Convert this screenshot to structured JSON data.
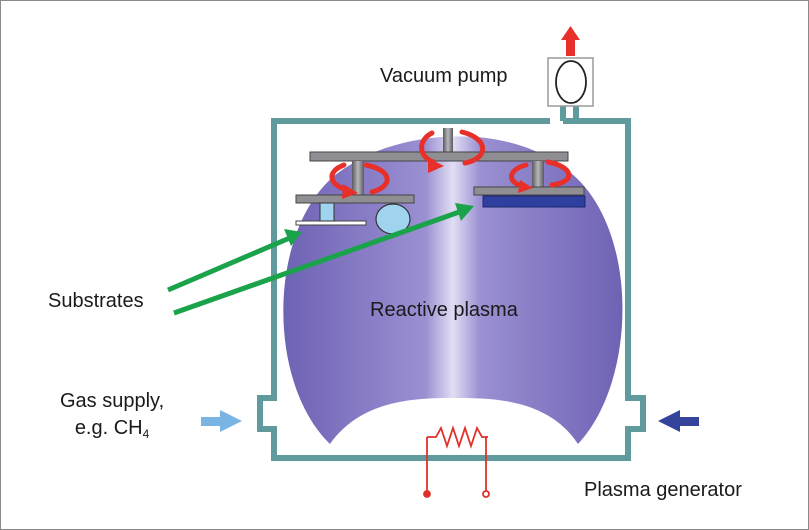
{
  "labels": {
    "vacuum_pump": "Vacuum pump",
    "substrates": "Substrates",
    "reactive_plasma": "Reactive plasma",
    "gas_supply_line1": "Gas supply,",
    "gas_supply_line2_prefix": "e.g. CH",
    "gas_supply_subscript": "4",
    "plasma_generator": "Plasma generator"
  },
  "colors": {
    "chamber_wall": "#5f9a9d",
    "plasma_edge": "#7a6fbc",
    "plasma_center": "#d8d4f0",
    "rotation_arrow": "#e8302a",
    "substrate_pointer": "#1aa34a",
    "gas_in_arrow": "#7ab4e4",
    "right_arrow": "#33449a",
    "substrate_holder": "#8f8f93",
    "substrate_block": "#9fd3ee",
    "substrate_plate": "#2f3fa0",
    "generator_wire": "#e0302a",
    "vacuum_exhaust_arrow": "#e8302a"
  },
  "icons": {
    "rotation": "curved-rotation-arrow-icon",
    "pump": "vacuum-pump-icon",
    "heater": "resistor-coil-icon"
  }
}
